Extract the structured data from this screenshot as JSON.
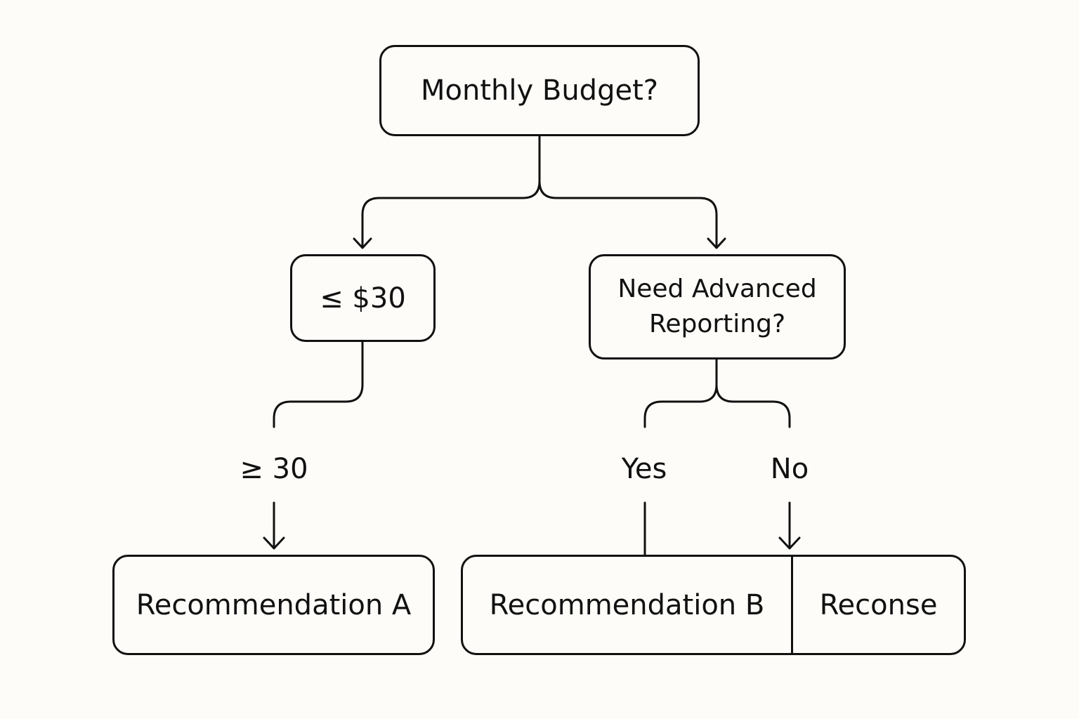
{
  "diagram": {
    "nodes": {
      "root": "Monthly Budget?",
      "low_budget": "≤ $30",
      "advanced_line1": "Need Advanced",
      "advanced_line2": "Reporting?",
      "rec_a": "Recommendation A",
      "rec_b": "Recommendation B",
      "reconse": "Reconse"
    },
    "edge_labels": {
      "ge30": "≥ 30",
      "yes": "Yes",
      "no": "No"
    },
    "colors": {
      "line": "#111111",
      "background": "#fdfcf8"
    }
  }
}
